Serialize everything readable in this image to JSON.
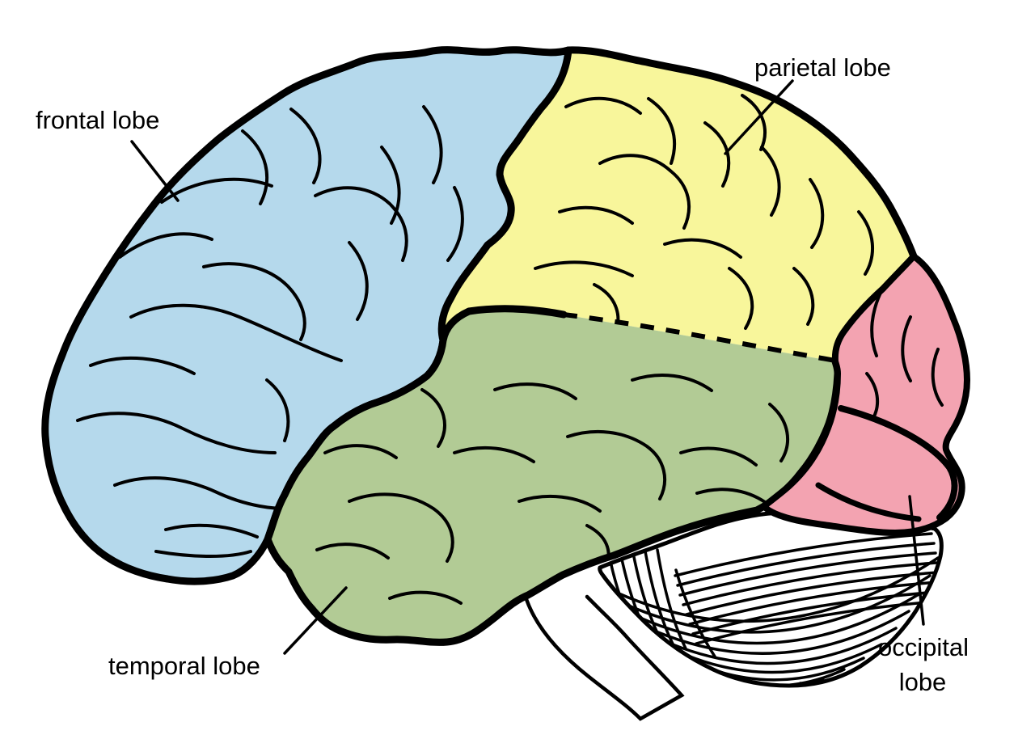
{
  "diagram": {
    "labels": {
      "frontal": "frontal lobe",
      "parietal": "parietal lobe",
      "temporal": "temporal lobe",
      "occipital_line1": "occipital",
      "occipital_line2": "lobe"
    },
    "colors": {
      "frontal_lobe": "#b5d9ec",
      "parietal_lobe": "#f8f69b",
      "temporal_lobe": "#b2cb95",
      "occipital_lobe": "#f3a3b1",
      "outline": "#000000",
      "label_text": "#000000",
      "background": "#ffffff"
    }
  }
}
